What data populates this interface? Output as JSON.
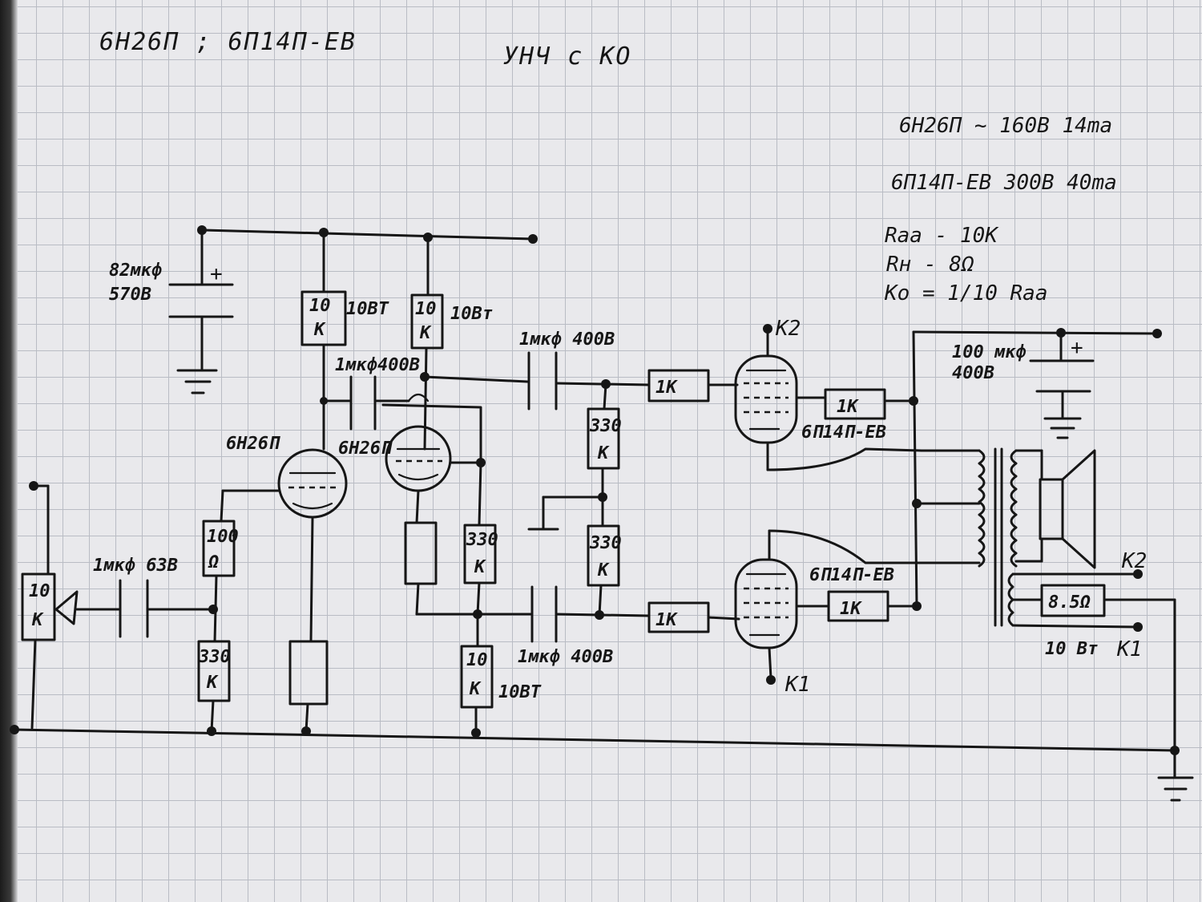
{
  "header": {
    "title_tubes": "6Н26П ; 6П14П-ЕВ",
    "title_type": "УНЧ с КО"
  },
  "specs": {
    "line1": "6Н26П ~ 160В 14ma",
    "line2": "6П14П-ЕВ 300В 40ma"
  },
  "params": {
    "raa": "Raa - 10K",
    "rn": "Rн - 8Ω",
    "ko": "Ko = 1/10 Raa"
  },
  "components": {
    "psu_cap": "82мкф",
    "psu_cap_v": "570В",
    "plus": "+",
    "r1_top": "10",
    "r1_bot": "K",
    "r1_w": "10ВТ",
    "r2_top": "10",
    "r2_bot": "K",
    "r2_w": "10Вт",
    "c_coupling_top": "1мкф 400В",
    "c_between": "1мкф400В",
    "tube1": "6Н26П",
    "tube2": "6Н26П",
    "pot_top": "10",
    "pot_bot": "K",
    "c_input": "1мкф 63В",
    "r_grid_top": "100",
    "r_grid_bot": "Ω",
    "r_cath_top": "330",
    "r_cath_bot": "K",
    "r330_a_top": "330",
    "r330_a_bot": "K",
    "r330_b_top": "330",
    "r330_b_bot": "K",
    "r330_c_top": "330",
    "r330_c_bot": "K",
    "r_tail_top": "10",
    "r_tail_bot": "K",
    "r_tail_w": "10ВТ",
    "c_coupling_bot": "1мкф 400В",
    "r_grid_stop_top": "1K",
    "r_grid_stop_bot": "1K",
    "r_screen_top": "1K",
    "r_screen_bot": "1K",
    "out_tube_top": "6П14П-ЕВ",
    "out_tube_bot": "6П14П-ЕВ",
    "k2_top": "K2",
    "k1_bot": "K1",
    "c_out": "100 мкф",
    "c_out_v": "400В",
    "r_fb": "8.5Ω",
    "r_fb_w": "10 Вт",
    "k2_right": "K2",
    "k1_right": "K1"
  }
}
